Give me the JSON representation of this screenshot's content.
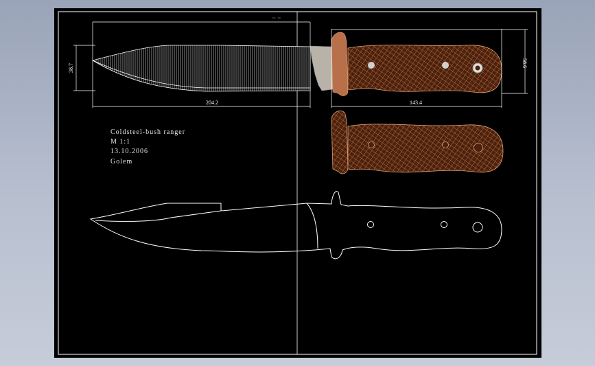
{
  "drawing": {
    "notes": [
      "Coldsteel-bush ranger",
      "M 1:1",
      "13.10.2006",
      "Golem"
    ],
    "dimensions": {
      "blade_height": "38.7",
      "blade_length": "204.2",
      "handle_length": "143.4",
      "handle_height": "58.6"
    },
    "colors": {
      "sheet": "#000000",
      "lines": "#ffffff",
      "handle_fill": "#5a2a14",
      "handle_hatch": "#c8703a",
      "guard": "#c07a4a",
      "ricasso": "#b8b2a8"
    }
  }
}
